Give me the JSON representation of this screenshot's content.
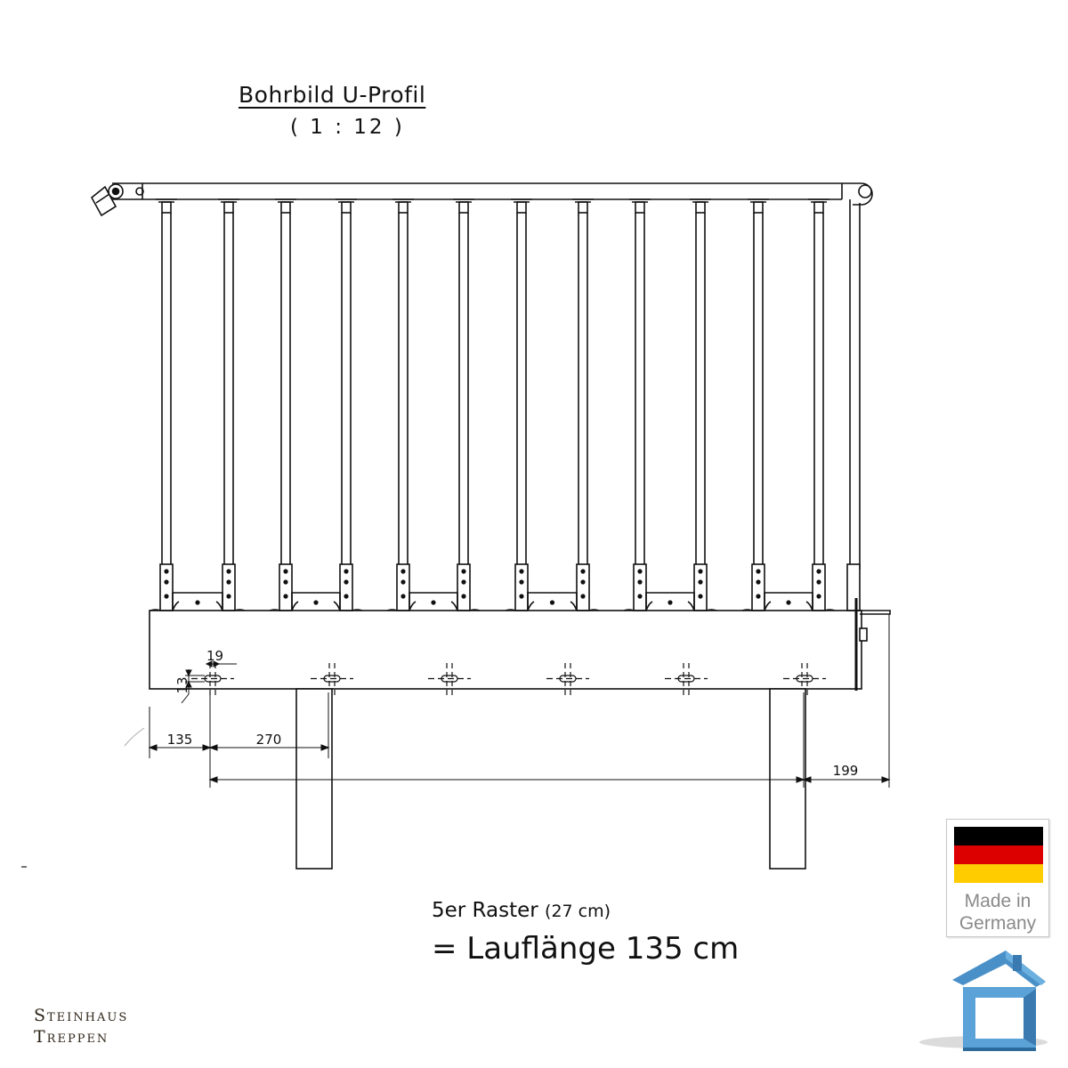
{
  "drawing": {
    "title": "Bohrbild U-Profil",
    "scale": "( 1 : 12 )"
  },
  "dimensions": {
    "hole_width": "19",
    "hole_height": "13",
    "first_offset": "135",
    "spacing": "270",
    "end_offset": "199"
  },
  "caption": {
    "raster": "5er Raster",
    "raster_note": "(27 cm)",
    "lauflaenge": "= Lauflänge 135 cm"
  },
  "badge": {
    "line1": "Made in",
    "line2": "Germany",
    "colors": [
      "#000000",
      "#dd0000",
      "#ffcc00"
    ]
  },
  "brand": {
    "line1": "Steinhaus",
    "line2": "Treppen"
  },
  "icons": [
    "germany-flag-icon",
    "house-logo-icon"
  ]
}
